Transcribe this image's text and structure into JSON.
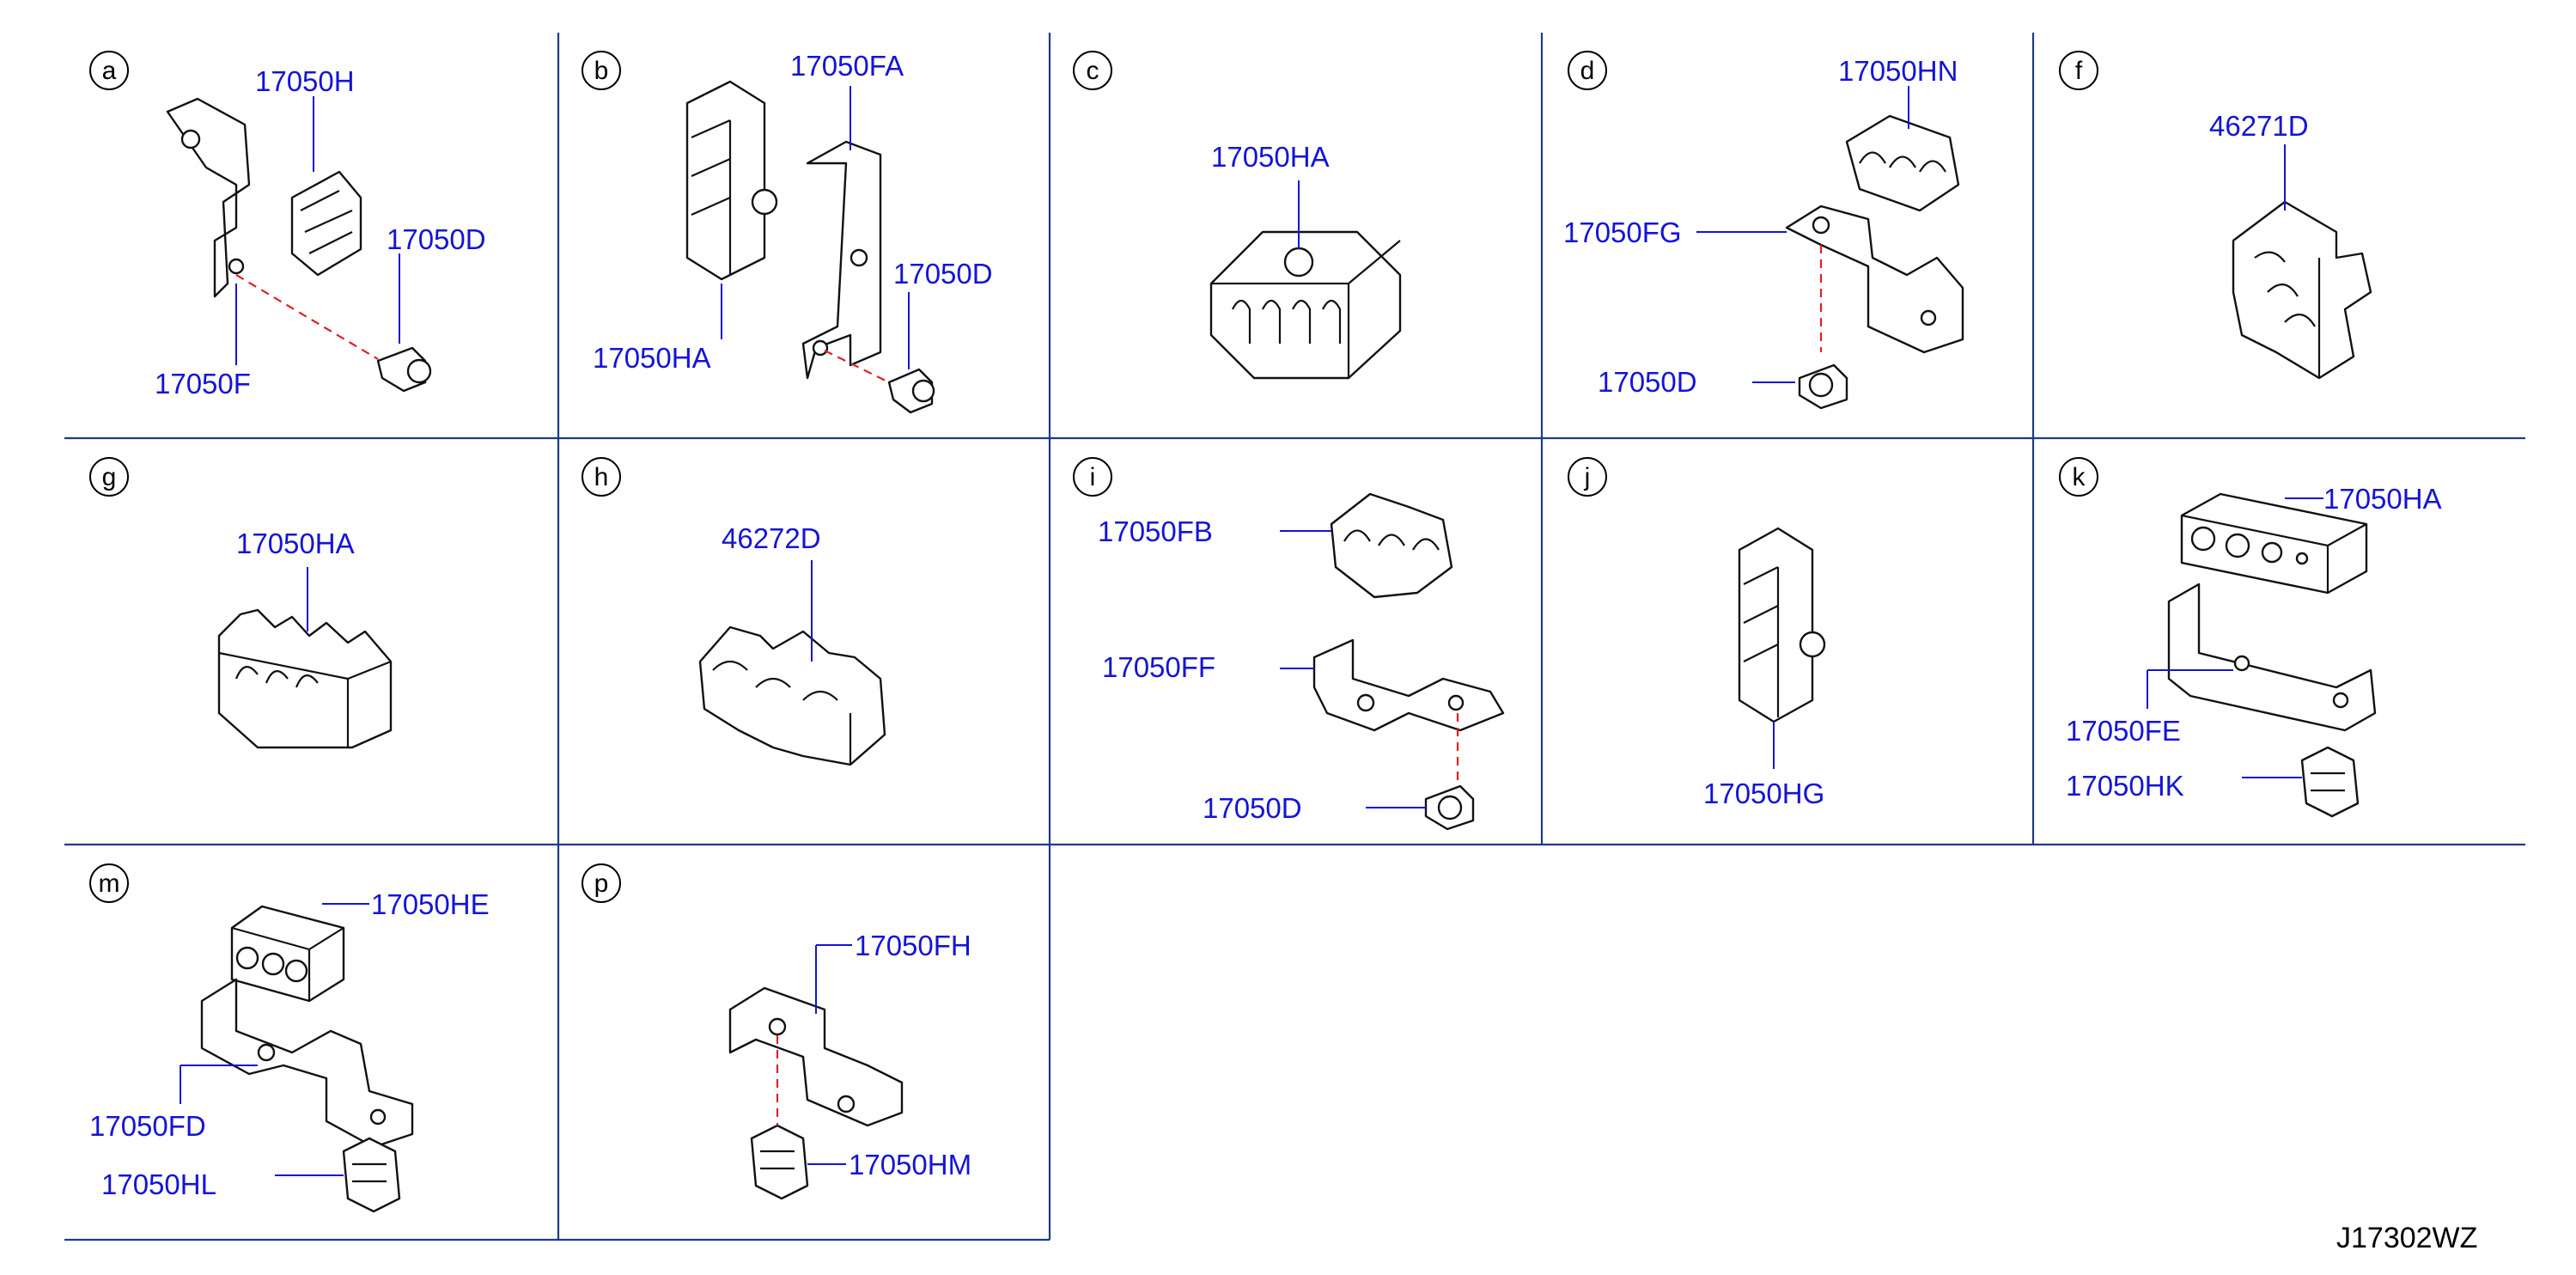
{
  "diagram_ref": "J17302WZ",
  "cells": [
    {
      "letter": "a",
      "parts": [
        "17050H",
        "17050D",
        "17050F"
      ]
    },
    {
      "letter": "b",
      "parts": [
        "17050FA",
        "17050D",
        "17050HA"
      ]
    },
    {
      "letter": "c",
      "parts": [
        "17050HA"
      ]
    },
    {
      "letter": "d",
      "parts": [
        "17050HN",
        "17050FG",
        "17050D"
      ]
    },
    {
      "letter": "f",
      "parts": [
        "46271D"
      ]
    },
    {
      "letter": "g",
      "parts": [
        "17050HA"
      ]
    },
    {
      "letter": "h",
      "parts": [
        "46272D"
      ]
    },
    {
      "letter": "i",
      "parts": [
        "17050FB",
        "17050FF",
        "17050D"
      ]
    },
    {
      "letter": "j",
      "parts": [
        "17050HG"
      ]
    },
    {
      "letter": "k",
      "parts": [
        "17050HA",
        "17050FE",
        "17050HK"
      ]
    },
    {
      "letter": "m",
      "parts": [
        "17050HE",
        "17050FD",
        "17050HL"
      ]
    },
    {
      "letter": "p",
      "parts": [
        "17050FH",
        "17050HM"
      ]
    }
  ],
  "colors": {
    "label": "#1414d6",
    "grid": "#1f3a8a",
    "connector": "#e02020"
  }
}
